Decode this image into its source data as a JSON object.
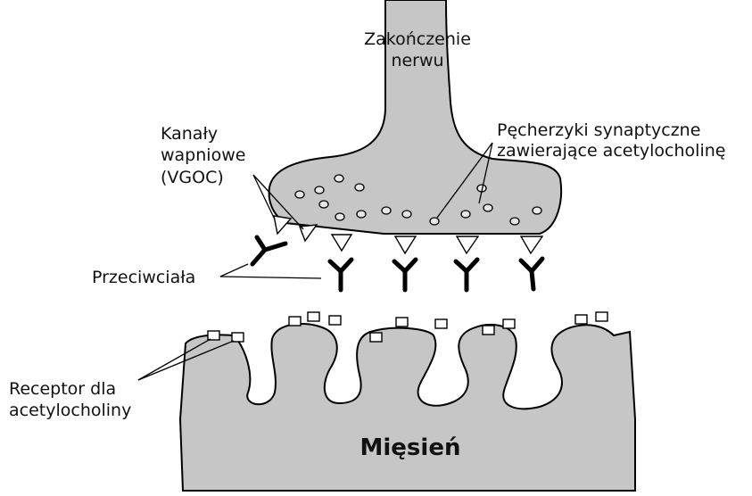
{
  "labels": {
    "nerve_ending_line1": "Zakończenie",
    "nerve_ending_line2": "nerwu",
    "calcium_channels_line1": "Kanały",
    "calcium_channels_line2": "wapniowe",
    "calcium_channels_line3": "(VGOC)",
    "vesicles_line1": "Pęcherzyki synaptyczne",
    "vesicles_line2": "zawierające acetylocholinę",
    "antibodies": "Przeciwciała",
    "receptor_line1": "Receptor dla",
    "receptor_line2": "acetylocholiny",
    "muscle": "Mięsień"
  },
  "colors": {
    "fill_gray": "#c6c6c6",
    "stroke": "#000000",
    "background": "#ffffff"
  }
}
